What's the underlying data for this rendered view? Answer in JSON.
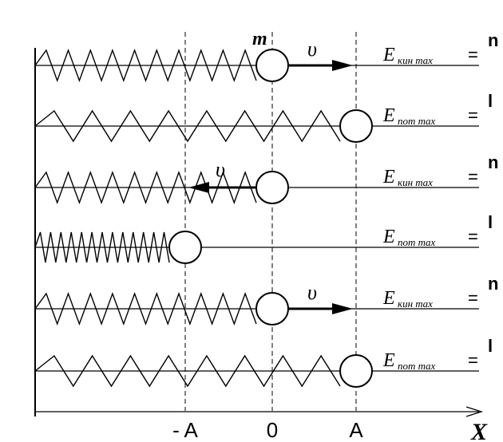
{
  "axis": {
    "x_label": "X",
    "ticks": [
      "- A",
      "0",
      "A"
    ]
  },
  "mass_label": "m",
  "rows": [
    {
      "spring_state": "normal",
      "ball_position": "0",
      "velocity": "right",
      "velocity_label": "υ",
      "energy_label": "E",
      "energy_sub": "кин max",
      "energy_tail": "=",
      "tail_glyph": "n"
    },
    {
      "spring_state": "stretched",
      "ball_position": "A",
      "velocity": "none",
      "velocity_label": "",
      "energy_label": "E",
      "energy_sub": "пот max",
      "energy_tail": "=",
      "tail_glyph": "l"
    },
    {
      "spring_state": "normal",
      "ball_position": "0",
      "velocity": "left",
      "velocity_label": "υ",
      "energy_label": "E",
      "energy_sub": "кин max",
      "energy_tail": "=",
      "tail_glyph": "n"
    },
    {
      "spring_state": "compressed",
      "ball_position": "-A",
      "velocity": "none",
      "velocity_label": "",
      "energy_label": "E",
      "energy_sub": "пот max",
      "energy_tail": "=",
      "tail_glyph": "l"
    },
    {
      "spring_state": "normal",
      "ball_position": "0",
      "velocity": "right",
      "velocity_label": "υ",
      "energy_label": "E",
      "energy_sub": "кин max",
      "energy_tail": "=",
      "tail_glyph": "n"
    },
    {
      "spring_state": "stretched",
      "ball_position": "A",
      "velocity": "none",
      "velocity_label": "",
      "energy_label": "E",
      "energy_sub": "пот max",
      "energy_tail": "=",
      "tail_glyph": "l"
    }
  ]
}
